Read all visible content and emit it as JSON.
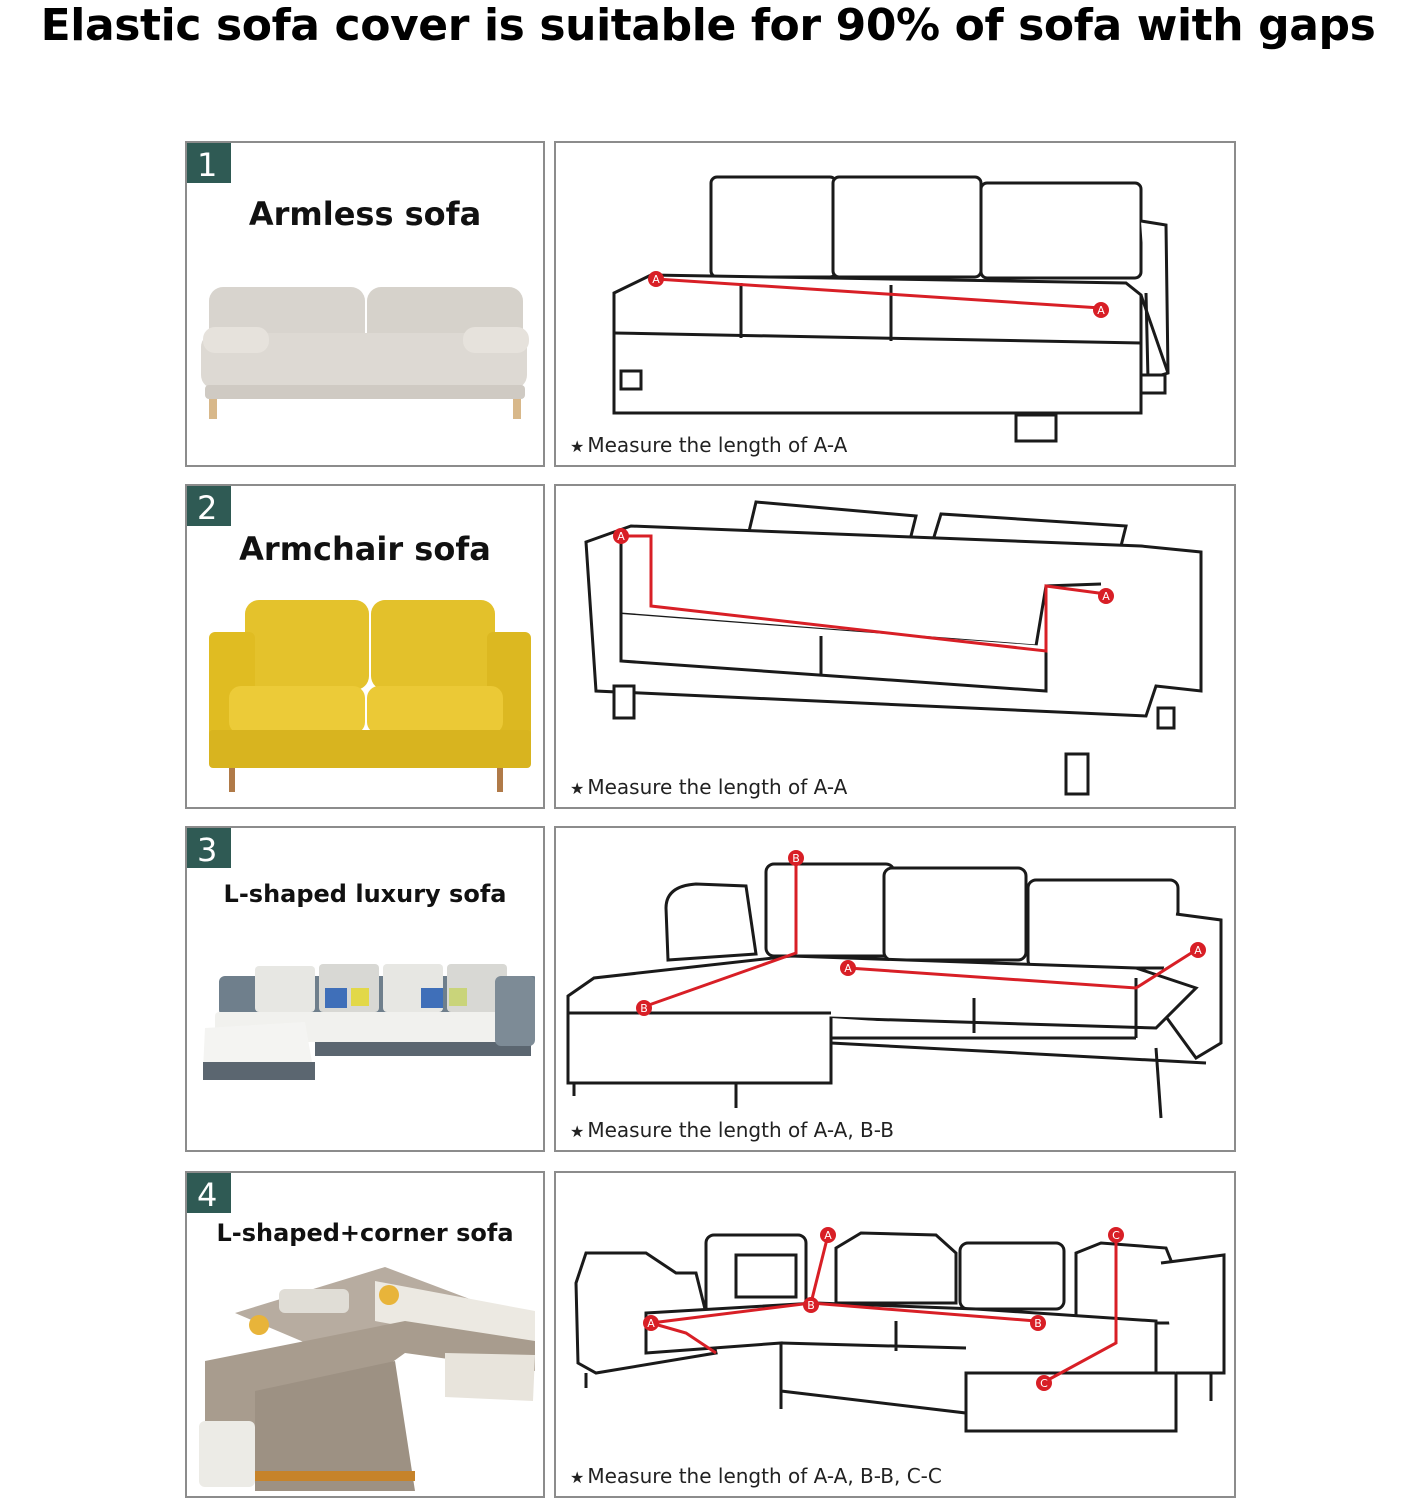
{
  "headline": "Elastic sofa cover is suitable for 90% of sofa with gaps",
  "panels": [
    {
      "number": "1",
      "title": "Armless sofa",
      "caption": "Measure the length of A-A",
      "markers": [
        "A",
        "A"
      ]
    },
    {
      "number": "2",
      "title": "Armchair sofa",
      "caption": "Measure the length of A-A",
      "markers": [
        "A",
        "A"
      ]
    },
    {
      "number": "3",
      "title": "L-shaped luxury sofa",
      "caption": "Measure the length of A-A, B-B",
      "markers": [
        "A",
        "A",
        "B",
        "B"
      ]
    },
    {
      "number": "4",
      "title": "L-shaped+corner sofa",
      "caption": "Measure the length of A-A, B-B, C-C",
      "markers": [
        "A",
        "A",
        "B",
        "B",
        "C",
        "C"
      ]
    }
  ],
  "star_glyph": "★",
  "colors": {
    "badge": "#2f5a54",
    "measure_line": "#d81f26",
    "frame": "#8c8c8c"
  }
}
